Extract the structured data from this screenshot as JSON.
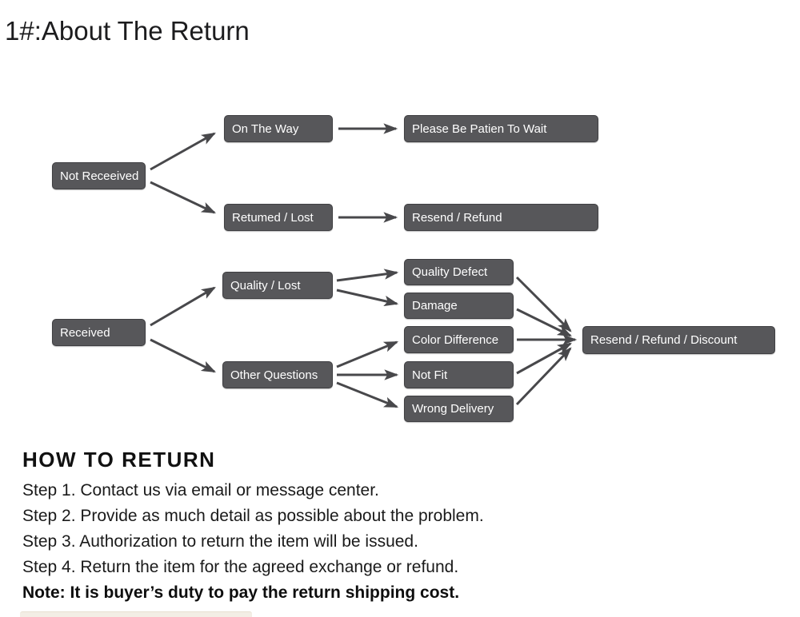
{
  "page": {
    "title": "1#:About The Return"
  },
  "flowchart": {
    "nodes": {
      "not_received": "Not Receeived",
      "on_the_way": "On The Way",
      "returned_lost": "Retumed / Lost",
      "please_wait": "Please Be Patien To Wait",
      "resend_refund": "Resend / Refund",
      "received": "Received",
      "quality_lost": "Quality / Lost",
      "other_questions": "Other Questions",
      "quality_defect": "Quality Defect",
      "damage": "Damage",
      "color_difference": "Color Difference",
      "not_fit": "Not Fit",
      "wrong_delivery": "Wrong Delivery",
      "resend_refund_discount": "Resend / Refund / Discount"
    },
    "colors": {
      "node_background": "#57575a",
      "node_border": "#3f3f42",
      "node_text": "#ffffff",
      "arrow": "#48484b"
    }
  },
  "how_to_return": {
    "heading": "HOW TO RETURN",
    "steps": [
      "Step 1. Contact us via email or message center.",
      "Step 2. Provide as much detail as possible about the problem.",
      "Step 3. Authorization to return the item will be issued.",
      "Step 4. Return the item for the agreed exchange or refund."
    ],
    "note": "Note: It is buyer’s duty to pay the return shipping cost."
  }
}
